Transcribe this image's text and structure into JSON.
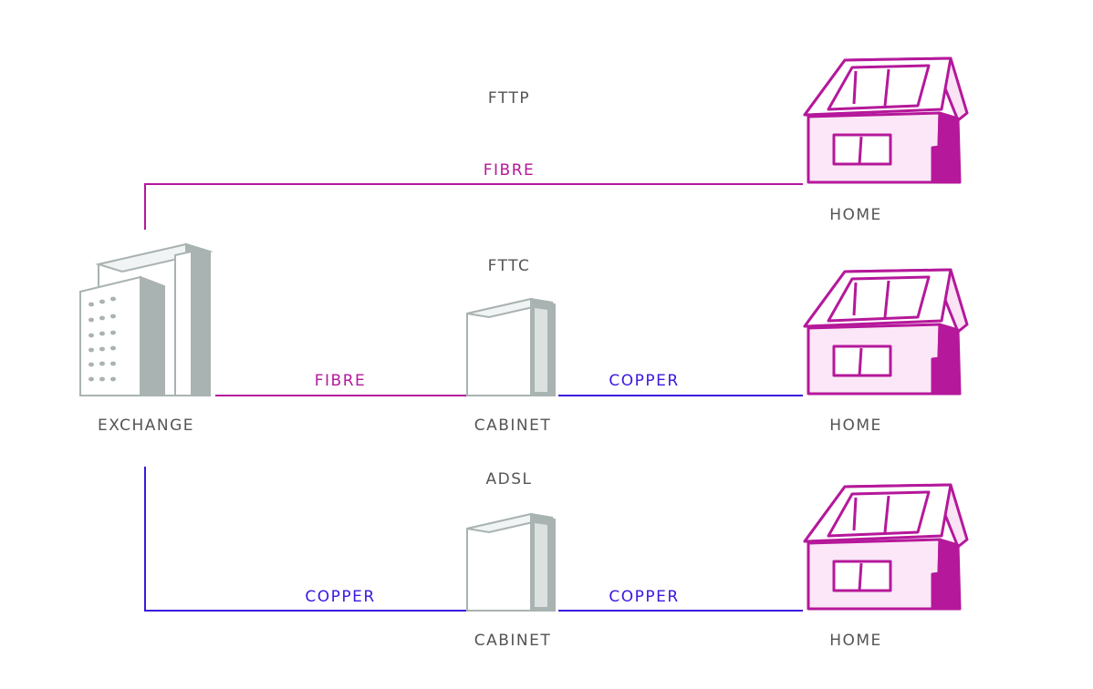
{
  "colors": {
    "fibre": "#b5189a",
    "copper": "#3d17e0",
    "building": "#a9b3b2",
    "text": "#545454"
  },
  "sections": {
    "fttp": {
      "title": "FTTP",
      "link_label": "FIBRE",
      "home_label": "HOME"
    },
    "fttc": {
      "title": "FTTC",
      "link1_label": "FIBRE",
      "link2_label": "COPPER",
      "cabinet_label": "CABINET",
      "home_label": "HOME"
    },
    "adsl": {
      "title": "ADSL",
      "link1_label": "COPPER",
      "link2_label": "COPPER",
      "cabinet_label": "CABINET",
      "home_label": "HOME"
    }
  },
  "exchange": {
    "label": "EXCHANGE"
  },
  "icons": {
    "exchange": "office-building-icon",
    "cabinet": "street-cabinet-icon",
    "home": "house-icon"
  }
}
